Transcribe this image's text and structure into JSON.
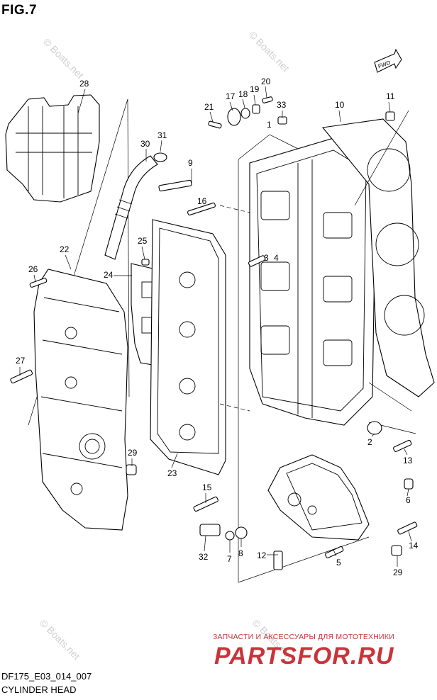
{
  "figure": {
    "title": "FIG.7",
    "direction_tag": "FWD"
  },
  "footer": {
    "diagram_code": "DF175_E03_014_007",
    "diagram_name": "CYLINDER HEAD"
  },
  "watermarks": {
    "copyright": "© Boats.net",
    "tagline": "ЗАПЧАСТИ И АКСЕССУАРЫ ДЛЯ МОТОТЕХНИКИ",
    "logo_text": "PARTSFOR.RU",
    "logo_color": "#c9343a"
  },
  "callouts": [
    "1",
    "2",
    "3",
    "4",
    "5",
    "6",
    "7",
    "8",
    "9",
    "10",
    "11",
    "12",
    "13",
    "14",
    "15",
    "16",
    "17",
    "18",
    "19",
    "20",
    "21",
    "22",
    "23",
    "24",
    "25",
    "26",
    "27",
    "28",
    "29",
    "29",
    "30",
    "31",
    "32",
    "33"
  ]
}
